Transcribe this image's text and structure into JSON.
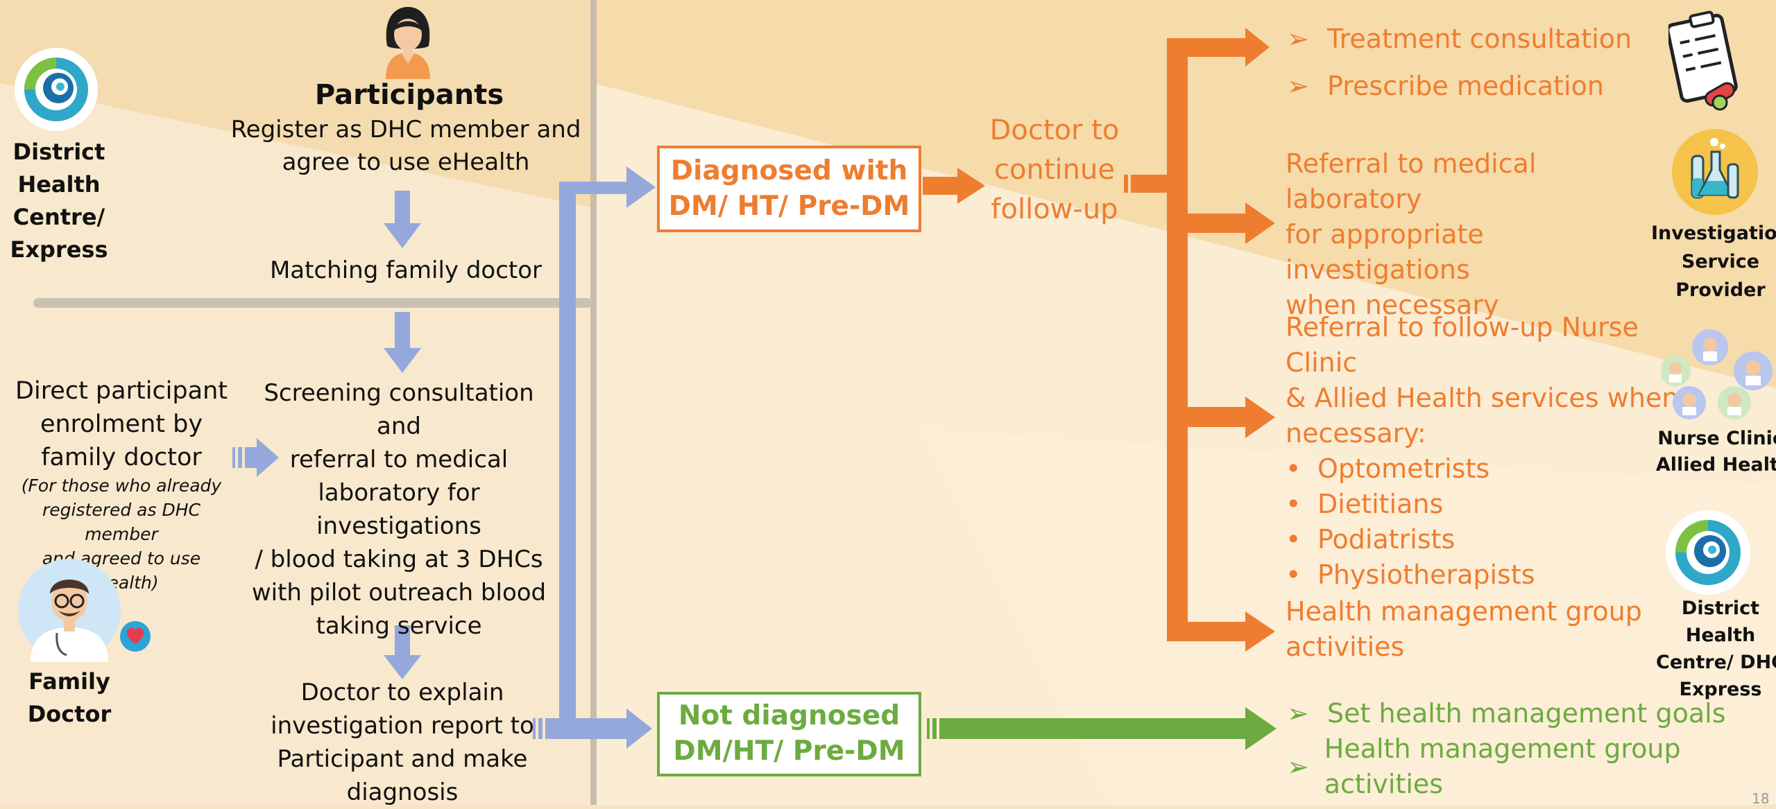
{
  "colors": {
    "orange": "#ee7d30",
    "green": "#6cab3f",
    "blue_arrow": "#95a8db",
    "background": "#f7e4c2",
    "text": "#111111"
  },
  "left": {
    "dhc_logo_label": [
      "District",
      "Health",
      "Centre/",
      "Express"
    ],
    "participants_title": "Participants",
    "participants_desc": [
      "Register as DHC member and",
      "agree to use eHealth"
    ],
    "matching": "Matching family doctor",
    "direct_enrol": [
      "Direct participant",
      "enrolment by",
      "family doctor"
    ],
    "direct_enrol_note": [
      "(For those who already",
      "registered as DHC member",
      "and agreed to use",
      "eHealth)"
    ],
    "family_doctor_label": [
      "Family",
      "Doctor"
    ],
    "screening": [
      "Screening consultation and",
      "referral to medical",
      "laboratory for",
      "investigations",
      "/ blood taking at 3 DHCs",
      "with pilot outreach blood",
      "taking service"
    ],
    "explain": [
      "Doctor to explain",
      "investigation report to",
      "Participant and make",
      "diagnosis"
    ]
  },
  "middle": {
    "diagnosed": [
      "Diagnosed with",
      "DM/ HT/ Pre-DM"
    ],
    "not_diagnosed": [
      "Not diagnosed",
      "DM/HT/ Pre-DM"
    ],
    "doctor_follow": [
      "Doctor to",
      "continue",
      "follow-up"
    ]
  },
  "right": {
    "treatment": [
      "Treatment consultation",
      "Prescribe medication"
    ],
    "bullet_marker": "➢",
    "referral_lab": [
      "Referral to medical laboratory",
      "for appropriate investigations",
      "when necessary"
    ],
    "referral_nurse": [
      "Referral to follow-up Nurse Clinic",
      "& Allied Health services when",
      "necessary:"
    ],
    "allied_list": [
      "Optometrists",
      "Dietitians",
      "Podiatrists",
      "Physiotherapists"
    ],
    "list_marker": "•",
    "health_group": [
      "Health management group",
      "activities"
    ],
    "green_items": [
      "Set health management goals",
      "Health management group activities"
    ],
    "investigation_label": [
      "Investigation",
      "Service",
      "Provider"
    ],
    "nurse_label": [
      "Nurse Clinic/",
      "Allied Health"
    ],
    "dhc_label2": [
      "District Health",
      "Centre/ DHC",
      "Express"
    ],
    "icons": {
      "clipboard": "clipboard-icon",
      "lab": "lab-flask-icon",
      "team": "healthcare-team-icon",
      "logo": "dhc-logo-icon"
    }
  },
  "page_number": "18"
}
